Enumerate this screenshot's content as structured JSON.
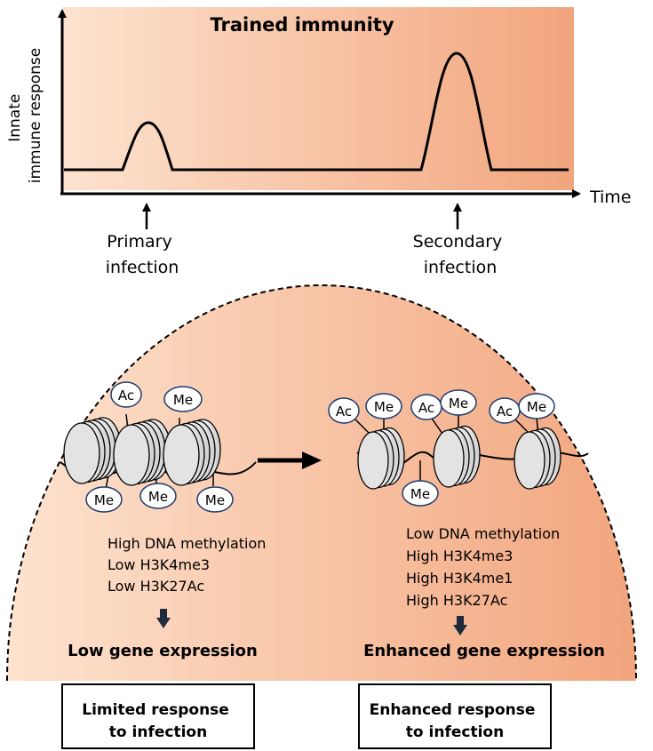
{
  "graph": {
    "title": "Trained immunity",
    "ylabel_line1": "Innate",
    "ylabel_line2": "immune response",
    "xlabel": "Time",
    "primary_line1": "Primary",
    "primary_line2": "infection",
    "secondary_line1": "Secondary",
    "secondary_line2": "infection"
  },
  "left": {
    "marks": {
      "ac": "Ac",
      "me1": "Me",
      "me2": "Me",
      "me3": "Me",
      "me4": "Me"
    },
    "line1": "High DNA methylation",
    "line2": "Low H3K4me3",
    "line3": "Low H3K27Ac",
    "outcome": "Low gene expression",
    "box_line1": "Limited response",
    "box_line2": "to infection",
    "box_color": "#c0651f"
  },
  "right": {
    "marks": {
      "ac1": "Ac",
      "me1": "Me",
      "ac2": "Ac",
      "me2": "Me",
      "ac3": "Ac",
      "me3": "Me",
      "me4": "Me"
    },
    "line1": "Low DNA methylation",
    "line2": "High H3K4me3",
    "line3": "High H3K4me1",
    "line4": "High H3K27Ac",
    "outcome": "Enhanced gene expression",
    "box_line1": "Enhanced response",
    "box_line2": "to infection",
    "box_color": "#e8171b"
  },
  "colors": {
    "gradient_start": "#fde3cf",
    "gradient_end": "#f2a57d",
    "down_arrow": "#1f2b3d"
  }
}
